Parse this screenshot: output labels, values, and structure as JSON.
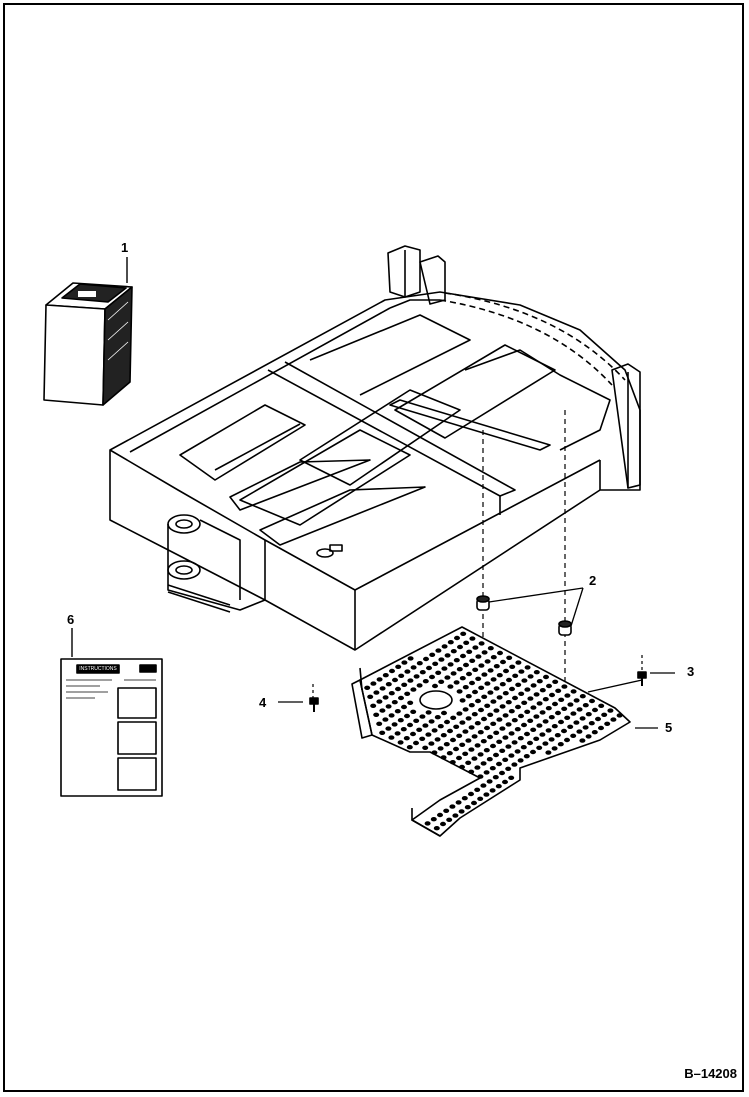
{
  "callouts": {
    "c1": "1",
    "c2": "2",
    "c3": "3",
    "c4": "4",
    "c5": "5",
    "c6": "6"
  },
  "figure_number": "B–14208",
  "decal_heading": "INSTRUCTIONS",
  "icons": [
    "manual-icon",
    "instruction-decal-icon",
    "floor-plate-icon",
    "spacer-icon",
    "bolt-icon",
    "frame-icon"
  ]
}
